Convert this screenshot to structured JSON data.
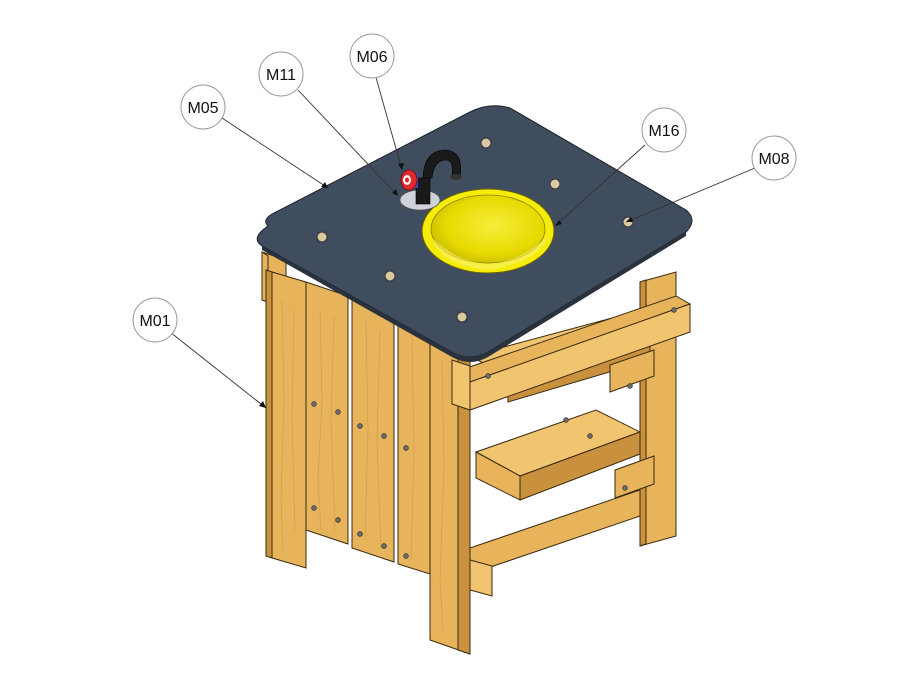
{
  "callouts": [
    {
      "id": "m01",
      "label": "M01"
    },
    {
      "id": "m05",
      "label": "M05"
    },
    {
      "id": "m11",
      "label": "M11"
    },
    {
      "id": "m06",
      "label": "M06"
    },
    {
      "id": "m16",
      "label": "M16"
    },
    {
      "id": "m08",
      "label": "M08"
    }
  ],
  "colors": {
    "worktop": "#404d5e",
    "basin": "#f5ec0a",
    "tap_body": "#1a1a1a",
    "tap_handle": "#e0282a",
    "wood": "#e7b45c"
  }
}
